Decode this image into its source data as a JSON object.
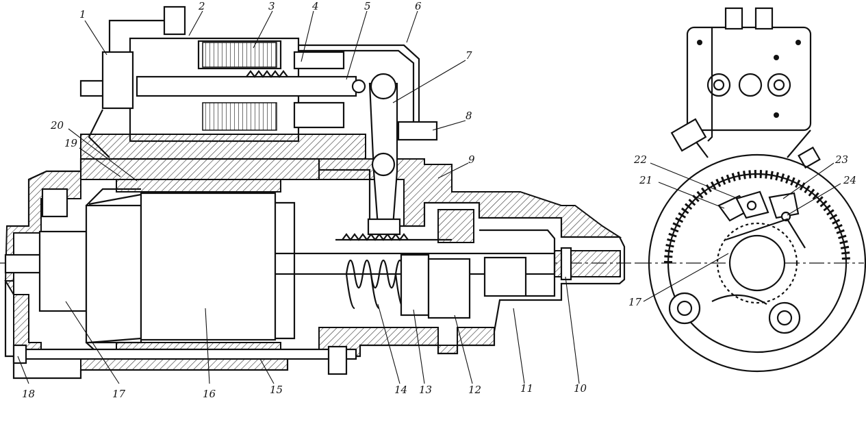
{
  "labels": {
    "l1": "1",
    "l2": "2",
    "l3": "3",
    "l4": "4",
    "l5": "5",
    "l6": "6",
    "l7": "7",
    "l8": "8",
    "l9": "9",
    "l10": "10",
    "l11": "11",
    "l12": "12",
    "l13": "13",
    "l14": "14",
    "l15": "15",
    "l16": "16",
    "l17": "17",
    "l18": "18",
    "l19": "19",
    "l20": "20",
    "l21": "21",
    "l22": "22",
    "l23": "23",
    "l24": "24",
    "l17b": "17"
  }
}
